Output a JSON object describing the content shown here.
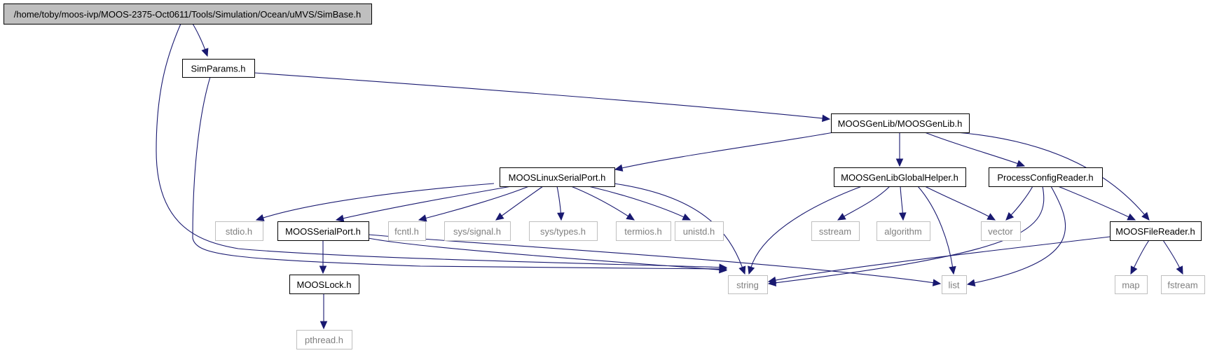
{
  "diagram": {
    "nodes": [
      {
        "id": "simbase",
        "label": "/home/toby/moos-ivp/MOOS-2375-Oct0611/Tools/Simulation/Ocean/uMVS/SimBase.h",
        "style": "root"
      },
      {
        "id": "simparams",
        "label": "SimParams.h",
        "style": "solid"
      },
      {
        "id": "moosgenlib",
        "label": "MOOSGenLib/MOOSGenLib.h",
        "style": "solid"
      },
      {
        "id": "linuxserial",
        "label": "MOOSLinuxSerialPort.h",
        "style": "solid"
      },
      {
        "id": "globalhelper",
        "label": "MOOSGenLibGlobalHelper.h",
        "style": "solid"
      },
      {
        "id": "pcr",
        "label": "ProcessConfigReader.h",
        "style": "solid"
      },
      {
        "id": "stdio",
        "label": "stdio.h",
        "style": "external"
      },
      {
        "id": "serialport",
        "label": "MOOSSerialPort.h",
        "style": "solid"
      },
      {
        "id": "fcntl",
        "label": "fcntl.h",
        "style": "external"
      },
      {
        "id": "signal",
        "label": "sys/signal.h",
        "style": "external"
      },
      {
        "id": "types",
        "label": "sys/types.h",
        "style": "external"
      },
      {
        "id": "termios",
        "label": "termios.h",
        "style": "external"
      },
      {
        "id": "unistd",
        "label": "unistd.h",
        "style": "external"
      },
      {
        "id": "sstream",
        "label": "sstream",
        "style": "external"
      },
      {
        "id": "algorithm",
        "label": "algorithm",
        "style": "external"
      },
      {
        "id": "vector",
        "label": "vector",
        "style": "external"
      },
      {
        "id": "filereader",
        "label": "MOOSFileReader.h",
        "style": "solid"
      },
      {
        "id": "mooslock",
        "label": "MOOSLock.h",
        "style": "solid"
      },
      {
        "id": "string",
        "label": "string",
        "style": "external"
      },
      {
        "id": "list",
        "label": "list",
        "style": "external"
      },
      {
        "id": "map",
        "label": "map",
        "style": "external"
      },
      {
        "id": "fstream",
        "label": "fstream",
        "style": "external"
      },
      {
        "id": "pthread",
        "label": "pthread.h",
        "style": "external"
      }
    ],
    "edges": [
      {
        "from": "simbase",
        "to": "simparams"
      },
      {
        "from": "simbase",
        "to": "string"
      },
      {
        "from": "simparams",
        "to": "moosgenlib"
      },
      {
        "from": "simparams",
        "to": "string"
      },
      {
        "from": "moosgenlib",
        "to": "linuxserial"
      },
      {
        "from": "moosgenlib",
        "to": "globalhelper"
      },
      {
        "from": "moosgenlib",
        "to": "pcr"
      },
      {
        "from": "moosgenlib",
        "to": "filereader"
      },
      {
        "from": "linuxserial",
        "to": "stdio"
      },
      {
        "from": "linuxserial",
        "to": "serialport"
      },
      {
        "from": "linuxserial",
        "to": "fcntl"
      },
      {
        "from": "linuxserial",
        "to": "signal"
      },
      {
        "from": "linuxserial",
        "to": "types"
      },
      {
        "from": "linuxserial",
        "to": "termios"
      },
      {
        "from": "linuxserial",
        "to": "unistd"
      },
      {
        "from": "linuxserial",
        "to": "string"
      },
      {
        "from": "serialport",
        "to": "mooslock"
      },
      {
        "from": "serialport",
        "to": "string"
      },
      {
        "from": "serialport",
        "to": "list"
      },
      {
        "from": "mooslock",
        "to": "pthread"
      },
      {
        "from": "globalhelper",
        "to": "string"
      },
      {
        "from": "globalhelper",
        "to": "sstream"
      },
      {
        "from": "globalhelper",
        "to": "algorithm"
      },
      {
        "from": "globalhelper",
        "to": "list"
      },
      {
        "from": "globalhelper",
        "to": "vector"
      },
      {
        "from": "pcr",
        "to": "vector"
      },
      {
        "from": "pcr",
        "to": "filereader"
      },
      {
        "from": "pcr",
        "to": "string"
      },
      {
        "from": "pcr",
        "to": "list"
      },
      {
        "from": "filereader",
        "to": "string"
      },
      {
        "from": "filereader",
        "to": "map"
      },
      {
        "from": "filereader",
        "to": "fstream"
      }
    ]
  }
}
